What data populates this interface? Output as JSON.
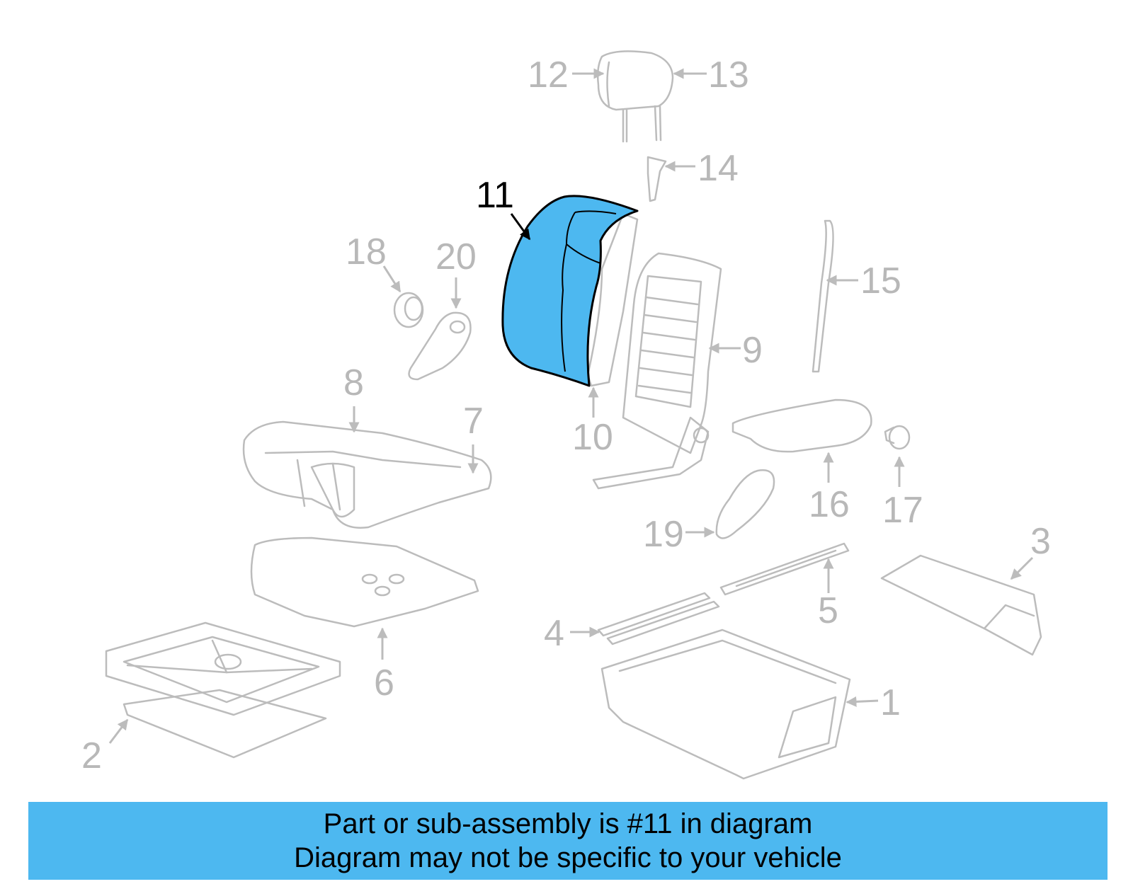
{
  "colors": {
    "highlight": "#4db8f0",
    "part_stroke": "#bcbcbc",
    "banner_bg": "#4db8f0"
  },
  "highlighted_part": "11",
  "labels": {
    "l1": "1",
    "l2": "2",
    "l3": "3",
    "l4": "4",
    "l5": "5",
    "l6": "6",
    "l7": "7",
    "l8": "8",
    "l9": "9",
    "l10": "10",
    "l11": "11",
    "l12": "12",
    "l13": "13",
    "l14": "14",
    "l15": "15",
    "l16": "16",
    "l17": "17",
    "l18": "18",
    "l19": "19",
    "l20": "20"
  },
  "banner": {
    "line1": "Part or sub-assembly is #11 in diagram",
    "line2": "Diagram may not be specific to your vehicle"
  }
}
